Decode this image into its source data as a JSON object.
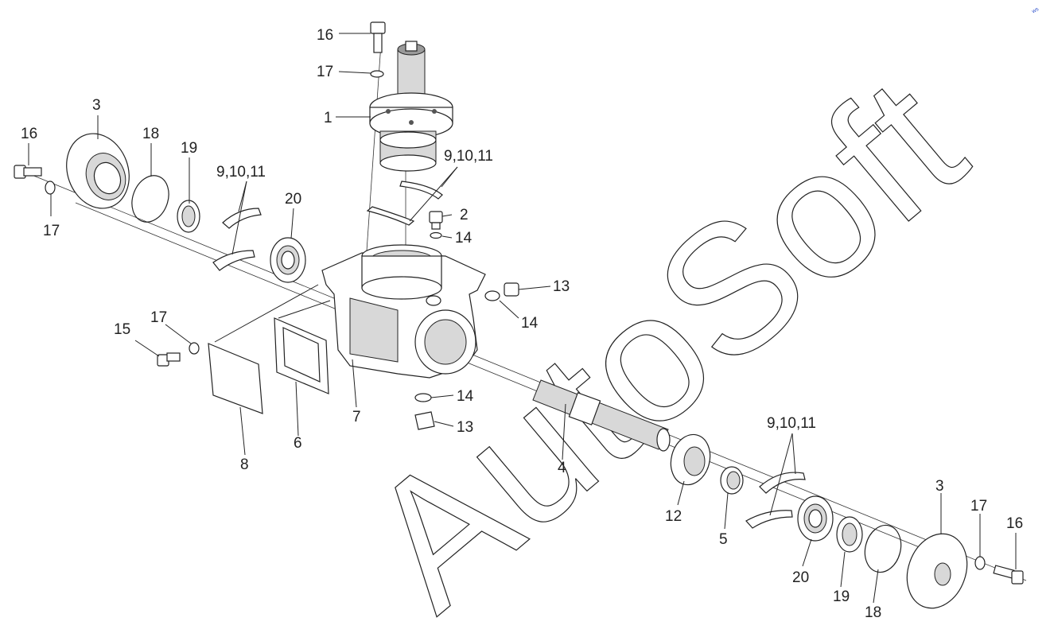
{
  "watermark": "AutoSoft",
  "corner_mark": "ws",
  "labels": [
    {
      "text": "16"
    },
    {
      "text": "17"
    },
    {
      "text": "1"
    },
    {
      "text": "9,10,11"
    },
    {
      "text": "2"
    },
    {
      "text": "14"
    },
    {
      "text": "13"
    },
    {
      "text": "14"
    },
    {
      "text": "14"
    },
    {
      "text": "13"
    },
    {
      "text": "3"
    },
    {
      "text": "16"
    },
    {
      "text": "18"
    },
    {
      "text": "19"
    },
    {
      "text": "9,10,11"
    },
    {
      "text": "20"
    },
    {
      "text": "17"
    },
    {
      "text": "15"
    },
    {
      "text": "17"
    },
    {
      "text": "7"
    },
    {
      "text": "6"
    },
    {
      "text": "8"
    },
    {
      "text": "4"
    },
    {
      "text": "12"
    },
    {
      "text": "5"
    },
    {
      "text": "9,10,11"
    },
    {
      "text": "20"
    },
    {
      "text": "19"
    },
    {
      "text": "18"
    },
    {
      "text": "3"
    },
    {
      "text": "17"
    },
    {
      "text": "16"
    }
  ]
}
